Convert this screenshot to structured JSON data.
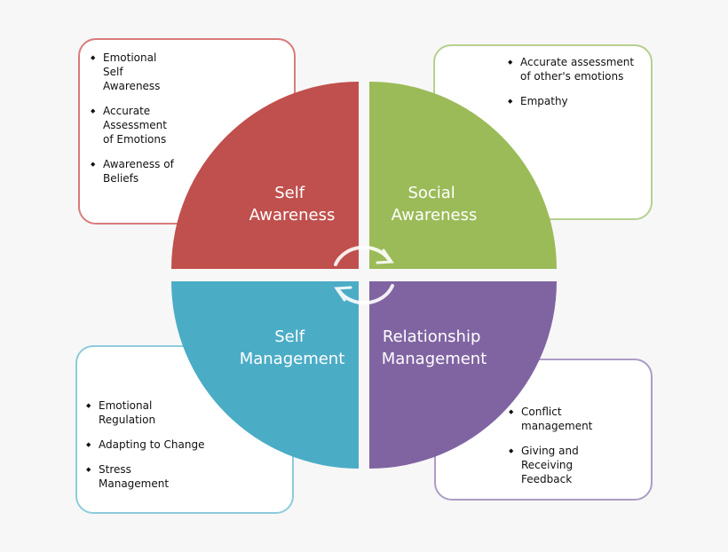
{
  "colors": {
    "self_awareness": "#c0504d",
    "social_awareness": "#9bbb59",
    "self_management": "#4bacc6",
    "relationship_management": "#8064a2"
  },
  "quadrants": {
    "self_awareness": {
      "line1": "Self",
      "line2": "Awareness"
    },
    "social_awareness": {
      "line1": "Social",
      "line2": "Awareness"
    },
    "self_management": {
      "line1": "Self",
      "line2": "Management"
    },
    "relationship_management": {
      "line1": "Relationship",
      "line2": "Management"
    }
  },
  "boxes": {
    "self_awareness": [
      "Emotional Self Awareness",
      "Accurate Assessment of Emotions",
      "Awareness of Beliefs"
    ],
    "social_awareness": [
      "Accurate assessment of other's emotions",
      "Empathy"
    ],
    "self_management": [
      "Emotional Regulation",
      "Adapting to Change",
      "Stress Management"
    ],
    "relationship_management": [
      "Conflict management",
      "Giving and Receiving Feedback"
    ]
  },
  "center_icon": "cycle-arrows-icon"
}
